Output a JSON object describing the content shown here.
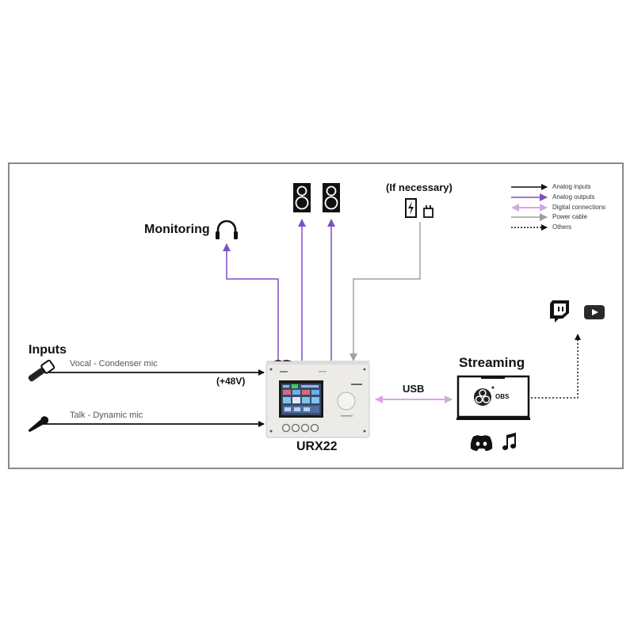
{
  "frame": {
    "border_color": "#8a8a8a"
  },
  "colors": {
    "analog_inputs": "#111111",
    "analog_outputs": "#7f4fc9",
    "digital": "#d9a5e6",
    "power": "#a0a0a0",
    "others": "#111111"
  },
  "legend": {
    "items": [
      {
        "label": "Analog inputs",
        "style": "solid-black"
      },
      {
        "label": "Analog outputs",
        "style": "solid-purple"
      },
      {
        "label": "Digital connections",
        "style": "double-pink"
      },
      {
        "label": "Power cable",
        "style": "solid-gray"
      },
      {
        "label": "Others",
        "style": "dotted-black"
      }
    ]
  },
  "labels": {
    "monitoring": "Monitoring",
    "if_necessary": "(If necessary)",
    "inputs": "Inputs",
    "vocal": "Vocal - Condenser mic",
    "phantom": "(+48V)",
    "talk": "Talk - Dynamic mic",
    "device": "URX22",
    "usb": "USB",
    "streaming": "Streaming",
    "obs": "OBS"
  },
  "icons": {
    "headphones": "headphones-icon",
    "speaker_left": "speaker-icon",
    "speaker_right": "speaker-icon",
    "battery": "battery-charging-icon",
    "plug": "power-plug-icon",
    "condenser_mic": "condenser-mic-icon",
    "dynamic_mic": "dynamic-mic-icon",
    "laptop": "laptop-icon",
    "obs": "obs-logo-icon",
    "twitch": "twitch-icon",
    "youtube": "youtube-icon",
    "discord": "discord-icon",
    "music": "music-note-icon"
  }
}
